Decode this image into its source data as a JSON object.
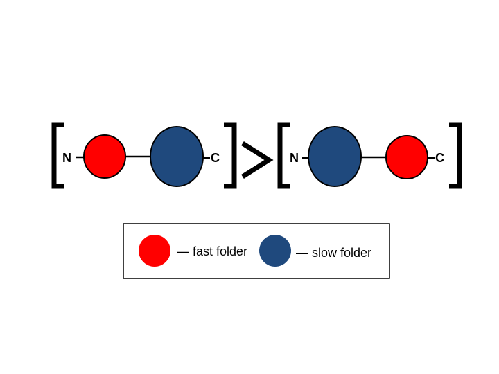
{
  "colors": {
    "fast": "#ff0000",
    "slow": "#1f497d",
    "line": "#000000"
  },
  "diagram": {
    "left_construct": {
      "n_label": "N",
      "c_label": "C",
      "domains": [
        "fast",
        "slow"
      ]
    },
    "comparator": ">",
    "right_construct": {
      "n_label": "N",
      "c_label": "C",
      "domains": [
        "slow",
        "fast"
      ]
    }
  },
  "legend": {
    "fast_label": "— fast folder",
    "slow_label": "— slow folder"
  }
}
